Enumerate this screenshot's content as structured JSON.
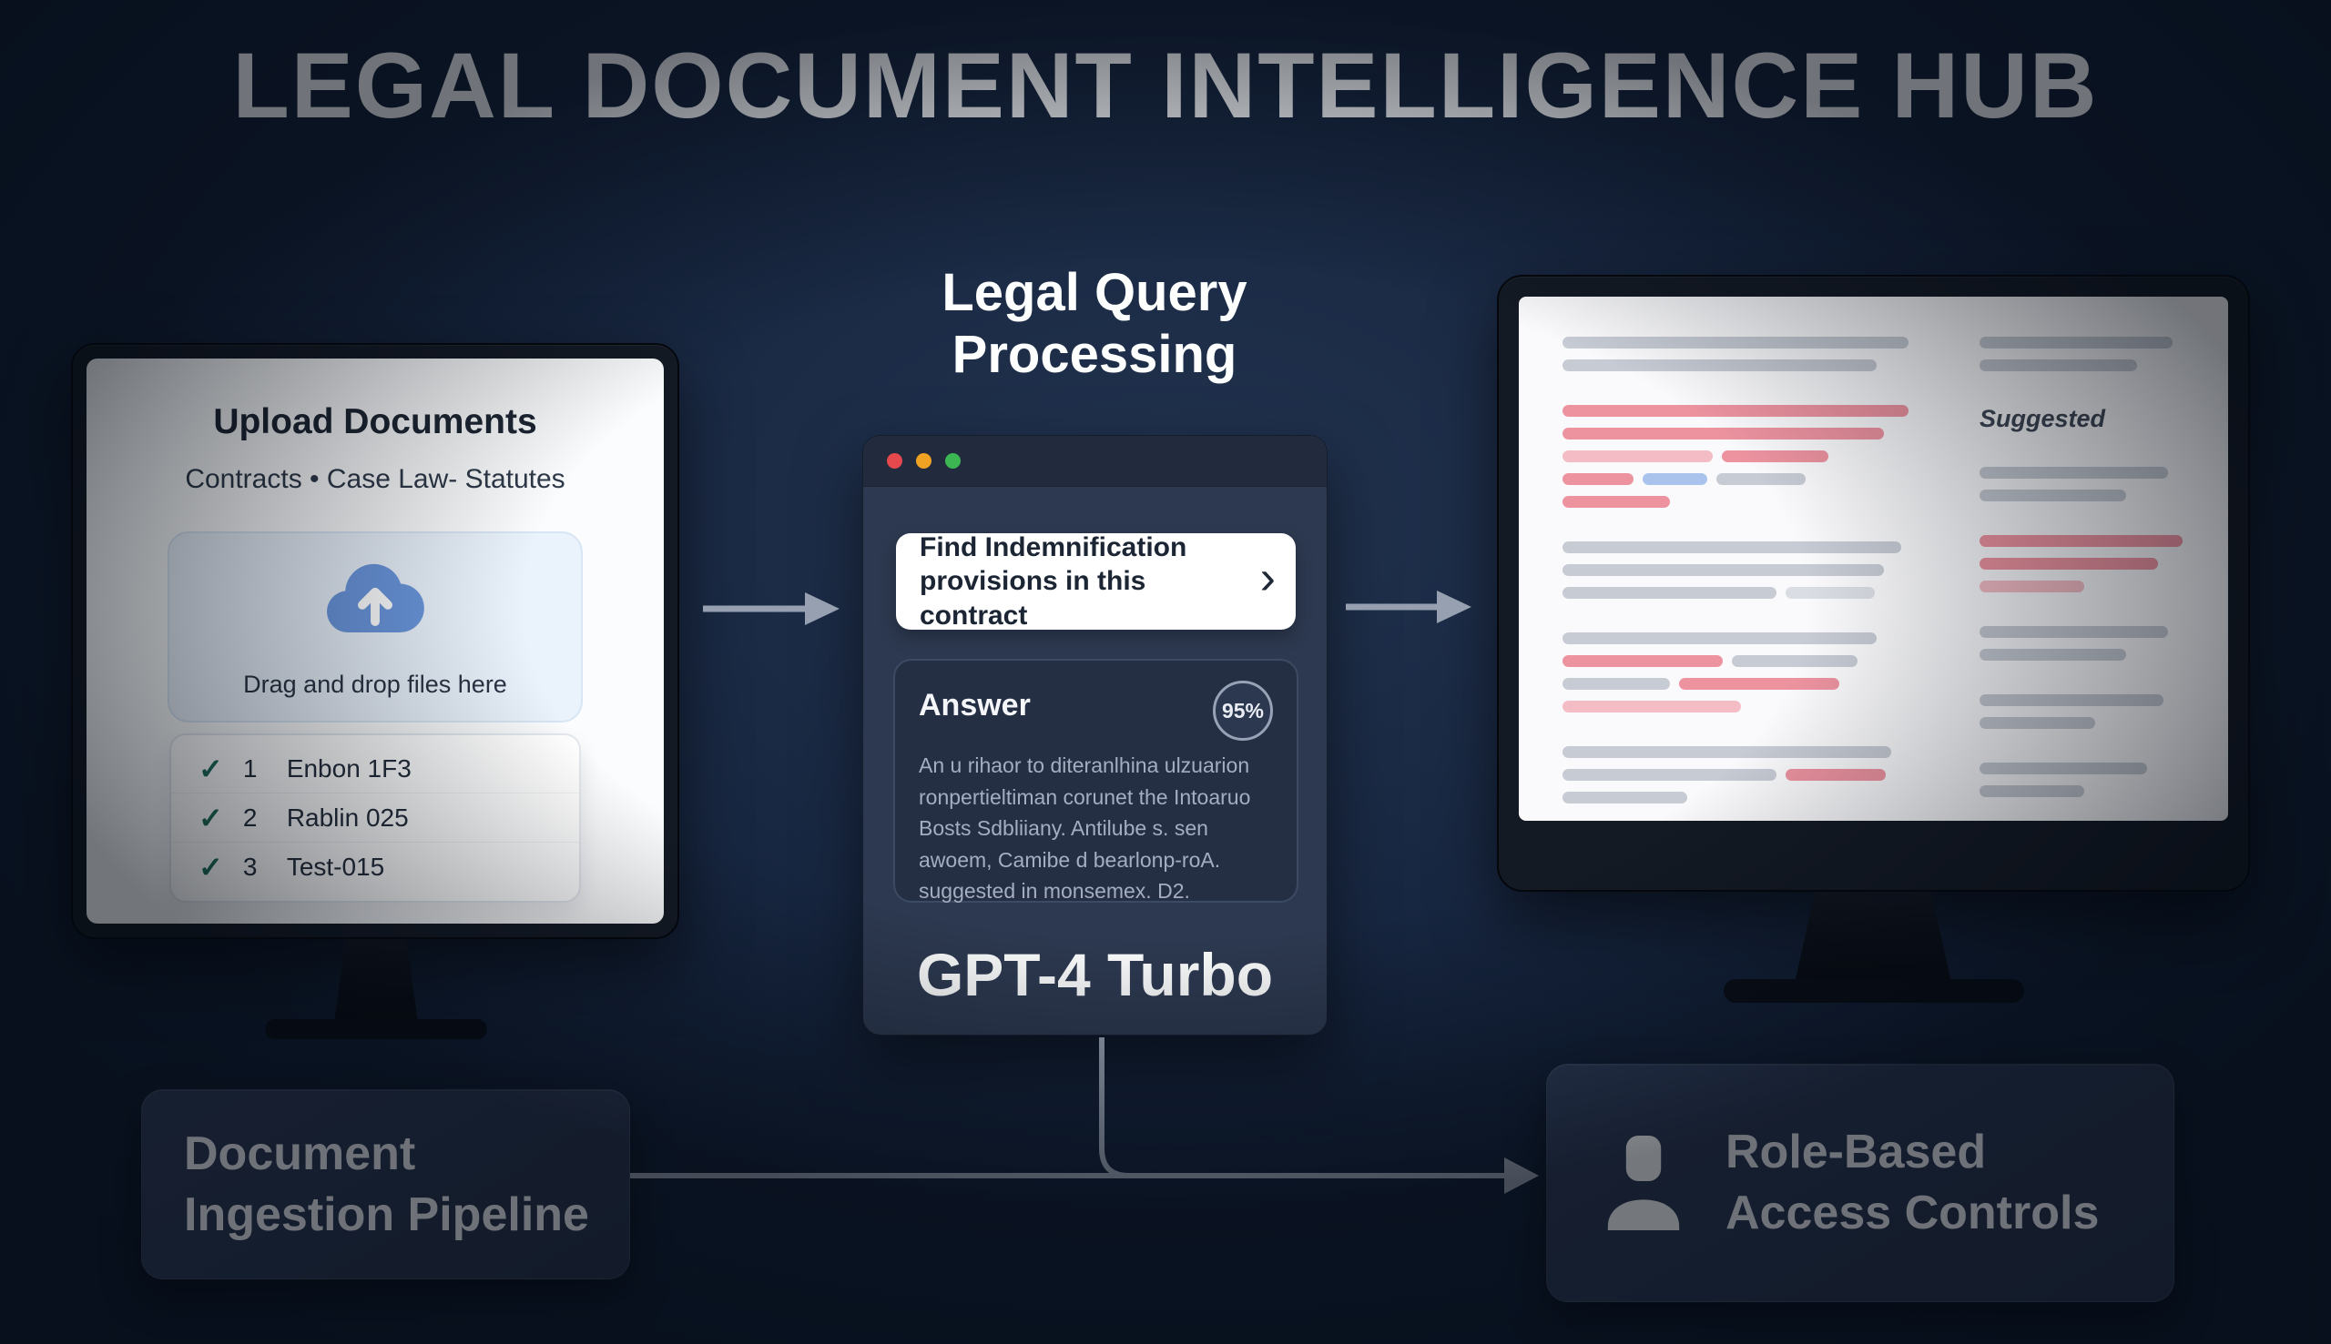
{
  "title": "LEGAL DOCUMENT INTELLIGENCE HUB",
  "upload_panel": {
    "heading": "Upload Documents",
    "subheading": "Contracts • Case Law- Statutes",
    "dropzone_label": "Drag and drop files here",
    "files": [
      {
        "index": "1",
        "name": "Enbon 1F3"
      },
      {
        "index": "2",
        "name": "Rablin 025"
      },
      {
        "index": "3",
        "name": "Test-015"
      }
    ]
  },
  "query_section": {
    "heading_line1": "Legal Query",
    "heading_line2": "Processing",
    "query_text": "Find Indemnification provisions in this contract",
    "chevron": "›",
    "answer_label": "Answer",
    "confidence": "95%",
    "answer_text": "An u rihaor to diteranlhina ulzuarion ronpertieltiman corunet the Intoaruo Bosts Sdbliiany. Antilube s. sen awoem, Camibe d bearlonp-roA. suggested in monsemex. D2.",
    "model_label": "GPT-4 Turbo"
  },
  "review_panel": {
    "suggested_label": "Suggested"
  },
  "pipeline_box": {
    "label_line1": "Document",
    "label_line2": "Ingestion Pipeline"
  },
  "access_box": {
    "label_line1": "Role-Based",
    "label_line2": "Access Controls"
  },
  "colors": {
    "background": "#16253f",
    "accent_blue": "#6b97dd",
    "check_green": "#1d6b58",
    "arrow_gray": "#96a0b0",
    "traffic_lights": [
      "#e5484d",
      "#f0a323",
      "#3cb653"
    ],
    "lines": {
      "g": "#c6cbd4",
      "g2": "#dadee4",
      "r": "#ed93a0",
      "r2": "#f4bcc4",
      "b": "#a9c3ec"
    }
  },
  "doc_preview": {
    "left_rows": [
      [
        [
          0.97,
          "g"
        ]
      ],
      [
        [
          0.88,
          "g"
        ]
      ],
      [],
      [
        [
          0.97,
          "r"
        ]
      ],
      [
        [
          0.9,
          "r"
        ]
      ],
      [
        [
          0.42,
          "r2"
        ],
        [
          0.3,
          "r"
        ]
      ],
      [
        [
          0.2,
          "r"
        ],
        [
          0.18,
          "b"
        ],
        [
          0.25,
          "g"
        ]
      ],
      [
        [
          0.3,
          "r"
        ]
      ],
      [],
      [
        [
          0.95,
          "g"
        ]
      ],
      [
        [
          0.9,
          "g"
        ]
      ],
      [
        [
          0.6,
          "g"
        ],
        [
          0.25,
          "g2"
        ]
      ],
      [],
      [
        [
          0.88,
          "g"
        ]
      ],
      [
        [
          0.45,
          "r"
        ],
        [
          0.35,
          "g"
        ]
      ],
      [
        [
          0.3,
          "g"
        ],
        [
          0.45,
          "r"
        ]
      ],
      [
        [
          0.5,
          "r2"
        ]
      ],
      [],
      [
        [
          0.92,
          "g"
        ]
      ],
      [
        [
          0.6,
          "g"
        ],
        [
          0.28,
          "r"
        ]
      ],
      [
        [
          0.35,
          "g"
        ]
      ]
    ],
    "right_rows": [
      [
        [
          0.92,
          "g"
        ]
      ],
      [
        [
          0.75,
          "g"
        ]
      ],
      [],
      {
        "label": true
      },
      [],
      [
        [
          0.9,
          "g"
        ]
      ],
      [
        [
          0.7,
          "g"
        ]
      ],
      [],
      [
        [
          0.97,
          "r"
        ]
      ],
      [
        [
          0.85,
          "r"
        ]
      ],
      [
        [
          0.5,
          "r2"
        ]
      ],
      [],
      [
        [
          0.9,
          "g"
        ]
      ],
      [
        [
          0.7,
          "g"
        ]
      ],
      [],
      [
        [
          0.88,
          "g"
        ]
      ],
      [
        [
          0.55,
          "g"
        ]
      ],
      [],
      [
        [
          0.8,
          "g"
        ]
      ],
      [
        [
          0.5,
          "g"
        ]
      ]
    ]
  }
}
